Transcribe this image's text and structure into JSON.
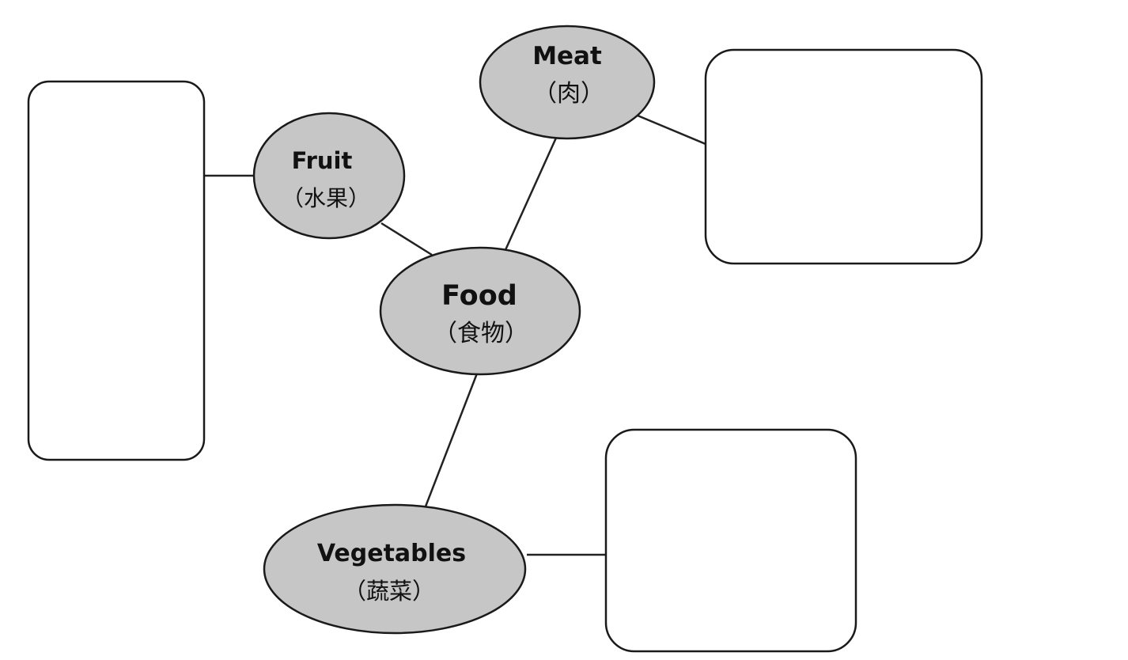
{
  "diagram": {
    "center": {
      "label_en": "Food",
      "label_zh": "（食物）"
    },
    "categories": [
      {
        "key": "fruit",
        "label_en": "Fruit",
        "label_zh": "（水果）",
        "answer": ""
      },
      {
        "key": "meat",
        "label_en": "Meat",
        "label_zh": "（肉）",
        "answer": ""
      },
      {
        "key": "vegetables",
        "label_en": "Vegetables",
        "label_zh": "（蔬菜）",
        "answer": ""
      }
    ]
  },
  "colors": {
    "node_fill": "#c6c6c6",
    "outline": "#1a1a1a",
    "box_fill": "#ffffff"
  }
}
